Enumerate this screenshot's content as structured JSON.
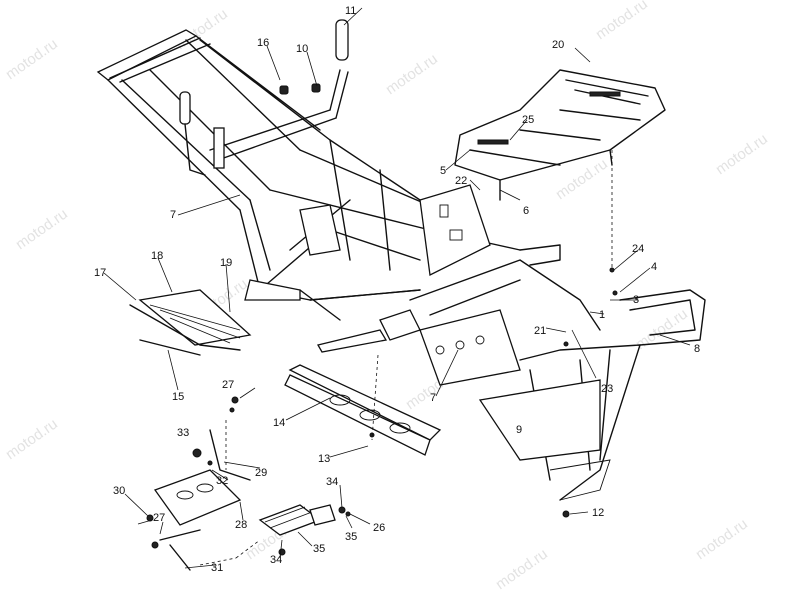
{
  "watermark": "motod.ru",
  "callouts": [
    "1",
    "2",
    "3",
    "4",
    "5",
    "6",
    "7",
    "7",
    "8",
    "9",
    "10",
    "11",
    "12",
    "13",
    "14",
    "15",
    "16",
    "17",
    "18",
    "19",
    "20",
    "21",
    "22",
    "23",
    "24",
    "25",
    "26",
    "27",
    "27",
    "28",
    "29",
    "30",
    "31",
    "32",
    "33",
    "34",
    "34",
    "35",
    "35"
  ]
}
